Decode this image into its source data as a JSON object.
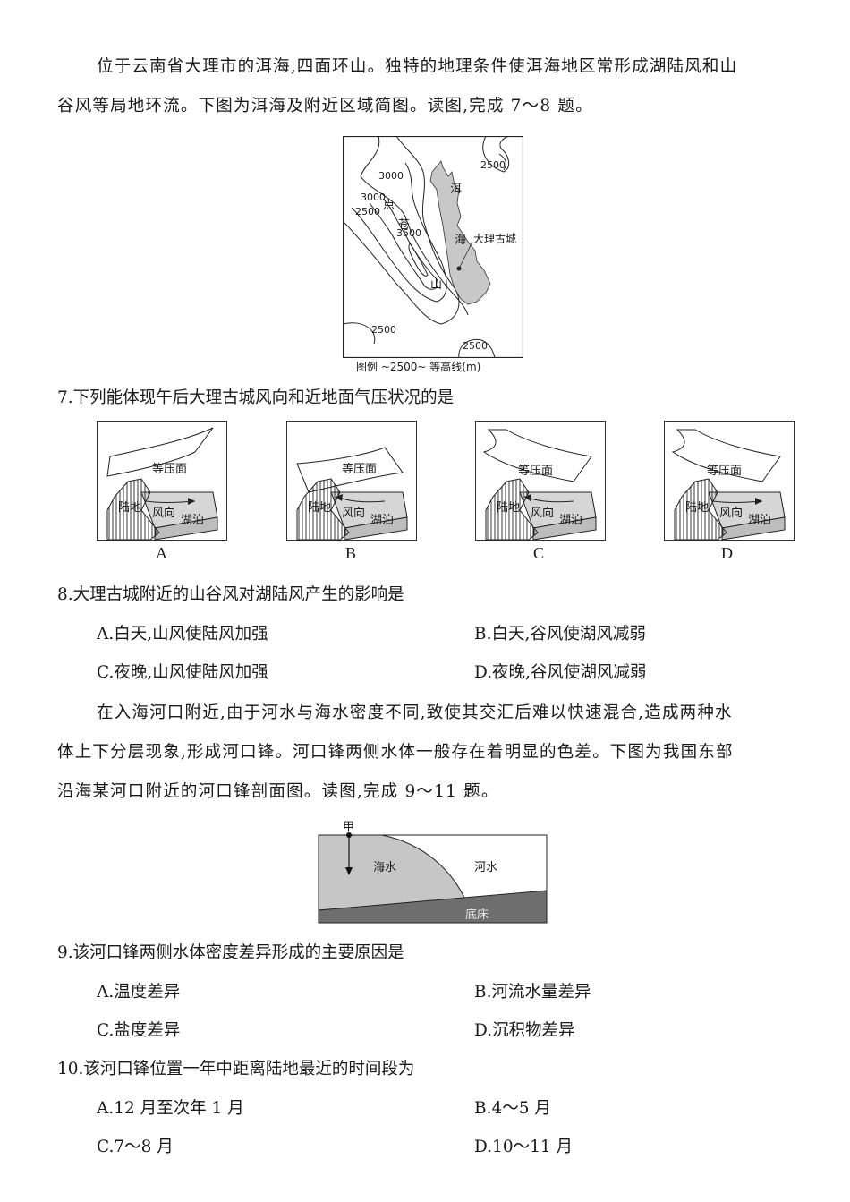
{
  "intro1": {
    "line1": "位于云南省大理市的洱海,四面环山。独特的地理条件使洱海地区常形成湖陆风和山",
    "line2": "谷风等局地环流。下图为洱海及附近区域简图。读图,完成 7～8 题。"
  },
  "map_figure": {
    "contour_labels": [
      "3000",
      "3000",
      "2500",
      "3500",
      "2500",
      "2500",
      "2500"
    ],
    "place_labels": {
      "lake_char1": "洱",
      "lake_char2": "海",
      "mountain_char1": "点",
      "mountain_char2": "苍",
      "mountain_char3": "山",
      "city": "大理古城"
    },
    "legend": "图例 ~2500~ 等高线(m)"
  },
  "q7": {
    "stem": "7.下列能体现午后大理古城风向和近地面气压状况的是",
    "diagram_labels": {
      "isobar": "等压面",
      "land": "陆地",
      "wind": "风向",
      "lake": "湖泊"
    },
    "options": [
      "A",
      "B",
      "C",
      "D"
    ]
  },
  "q8": {
    "stem": "8.大理古城附近的山谷风对湖陆风产生的影响是",
    "options": {
      "A": "A.白天,山风使陆风加强",
      "B": "B.白天,谷风使湖风减弱",
      "C": "C.夜晚,山风使陆风加强",
      "D": "D.夜晚,谷风使湖风减弱"
    }
  },
  "intro2": {
    "line1": "在入海河口附近,由于河水与海水密度不同,致使其交汇后难以快速混合,造成两种水",
    "line2": "体上下分层现象,形成河口锋。河口锋两侧水体一般存在着明显的色差。下图为我国东部",
    "line3": "沿海某河口附近的河口锋剖面图。读图,完成 9～11 题。"
  },
  "front_figure": {
    "point": "甲",
    "sea": "海水",
    "river": "河水",
    "bed": "底床"
  },
  "q9": {
    "stem": "9.该河口锋两侧水体密度差异形成的主要原因是",
    "options": {
      "A": "A.温度差异",
      "B": "B.河流水量差异",
      "C": "C.盐度差异",
      "D": "D.沉积物差异"
    }
  },
  "q10": {
    "stem": "10.该河口锋位置一年中距离陆地最近的时间段为",
    "options": {
      "A": "A.12 月至次年 1 月",
      "B": "B.4～5 月",
      "C": "C.7～8 月",
      "D": "D.10～11 月"
    }
  }
}
